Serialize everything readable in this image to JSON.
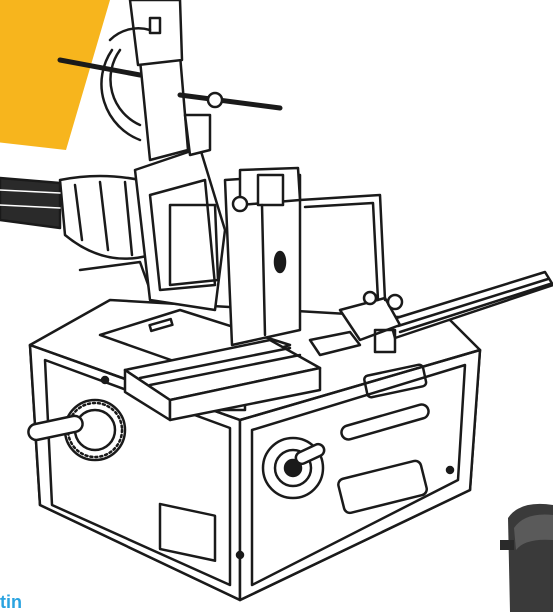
{
  "colors": {
    "accent": "#f7b51d",
    "caption": "#2aa3e0",
    "line": "#1a1a1a",
    "paper": "#ffffff",
    "shade": "#3a3a3a"
  },
  "caption": {
    "text": "tin"
  },
  "icons": {
    "machine": "cutting-machine-illustration",
    "corner": "dark-device-photo"
  }
}
